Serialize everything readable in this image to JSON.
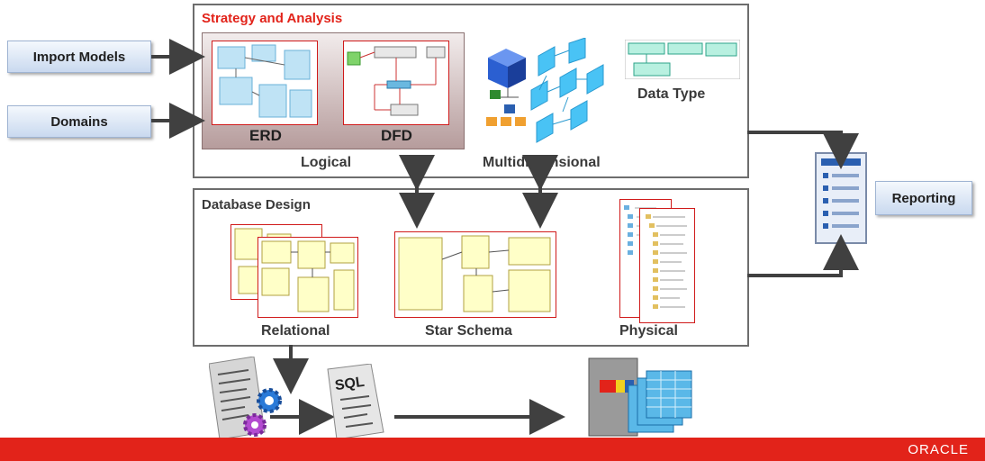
{
  "inputs": {
    "import_models": "Import Models",
    "domains": "Domains"
  },
  "strategy": {
    "title": "Strategy and Analysis",
    "erd": "ERD",
    "dfd": "DFD",
    "logical": "Logical",
    "multidimensional": "Multidimensional",
    "data_type": "Data Type"
  },
  "database": {
    "title": "Database Design",
    "relational": "Relational",
    "star_schema": "Star Schema",
    "physical": "Physical"
  },
  "reporting": {
    "label": "Reporting"
  },
  "bottom": {
    "sql": "SQL",
    "logo": "ORACLE"
  },
  "colors": {
    "accent_red": "#e2231a",
    "panel_border": "#6d6d6d",
    "thumb_border": "#d01a1a",
    "button_blue": "#c9d9ef",
    "table_yellow": "#ffffc8",
    "erd_blue": "#bfe3f5"
  }
}
